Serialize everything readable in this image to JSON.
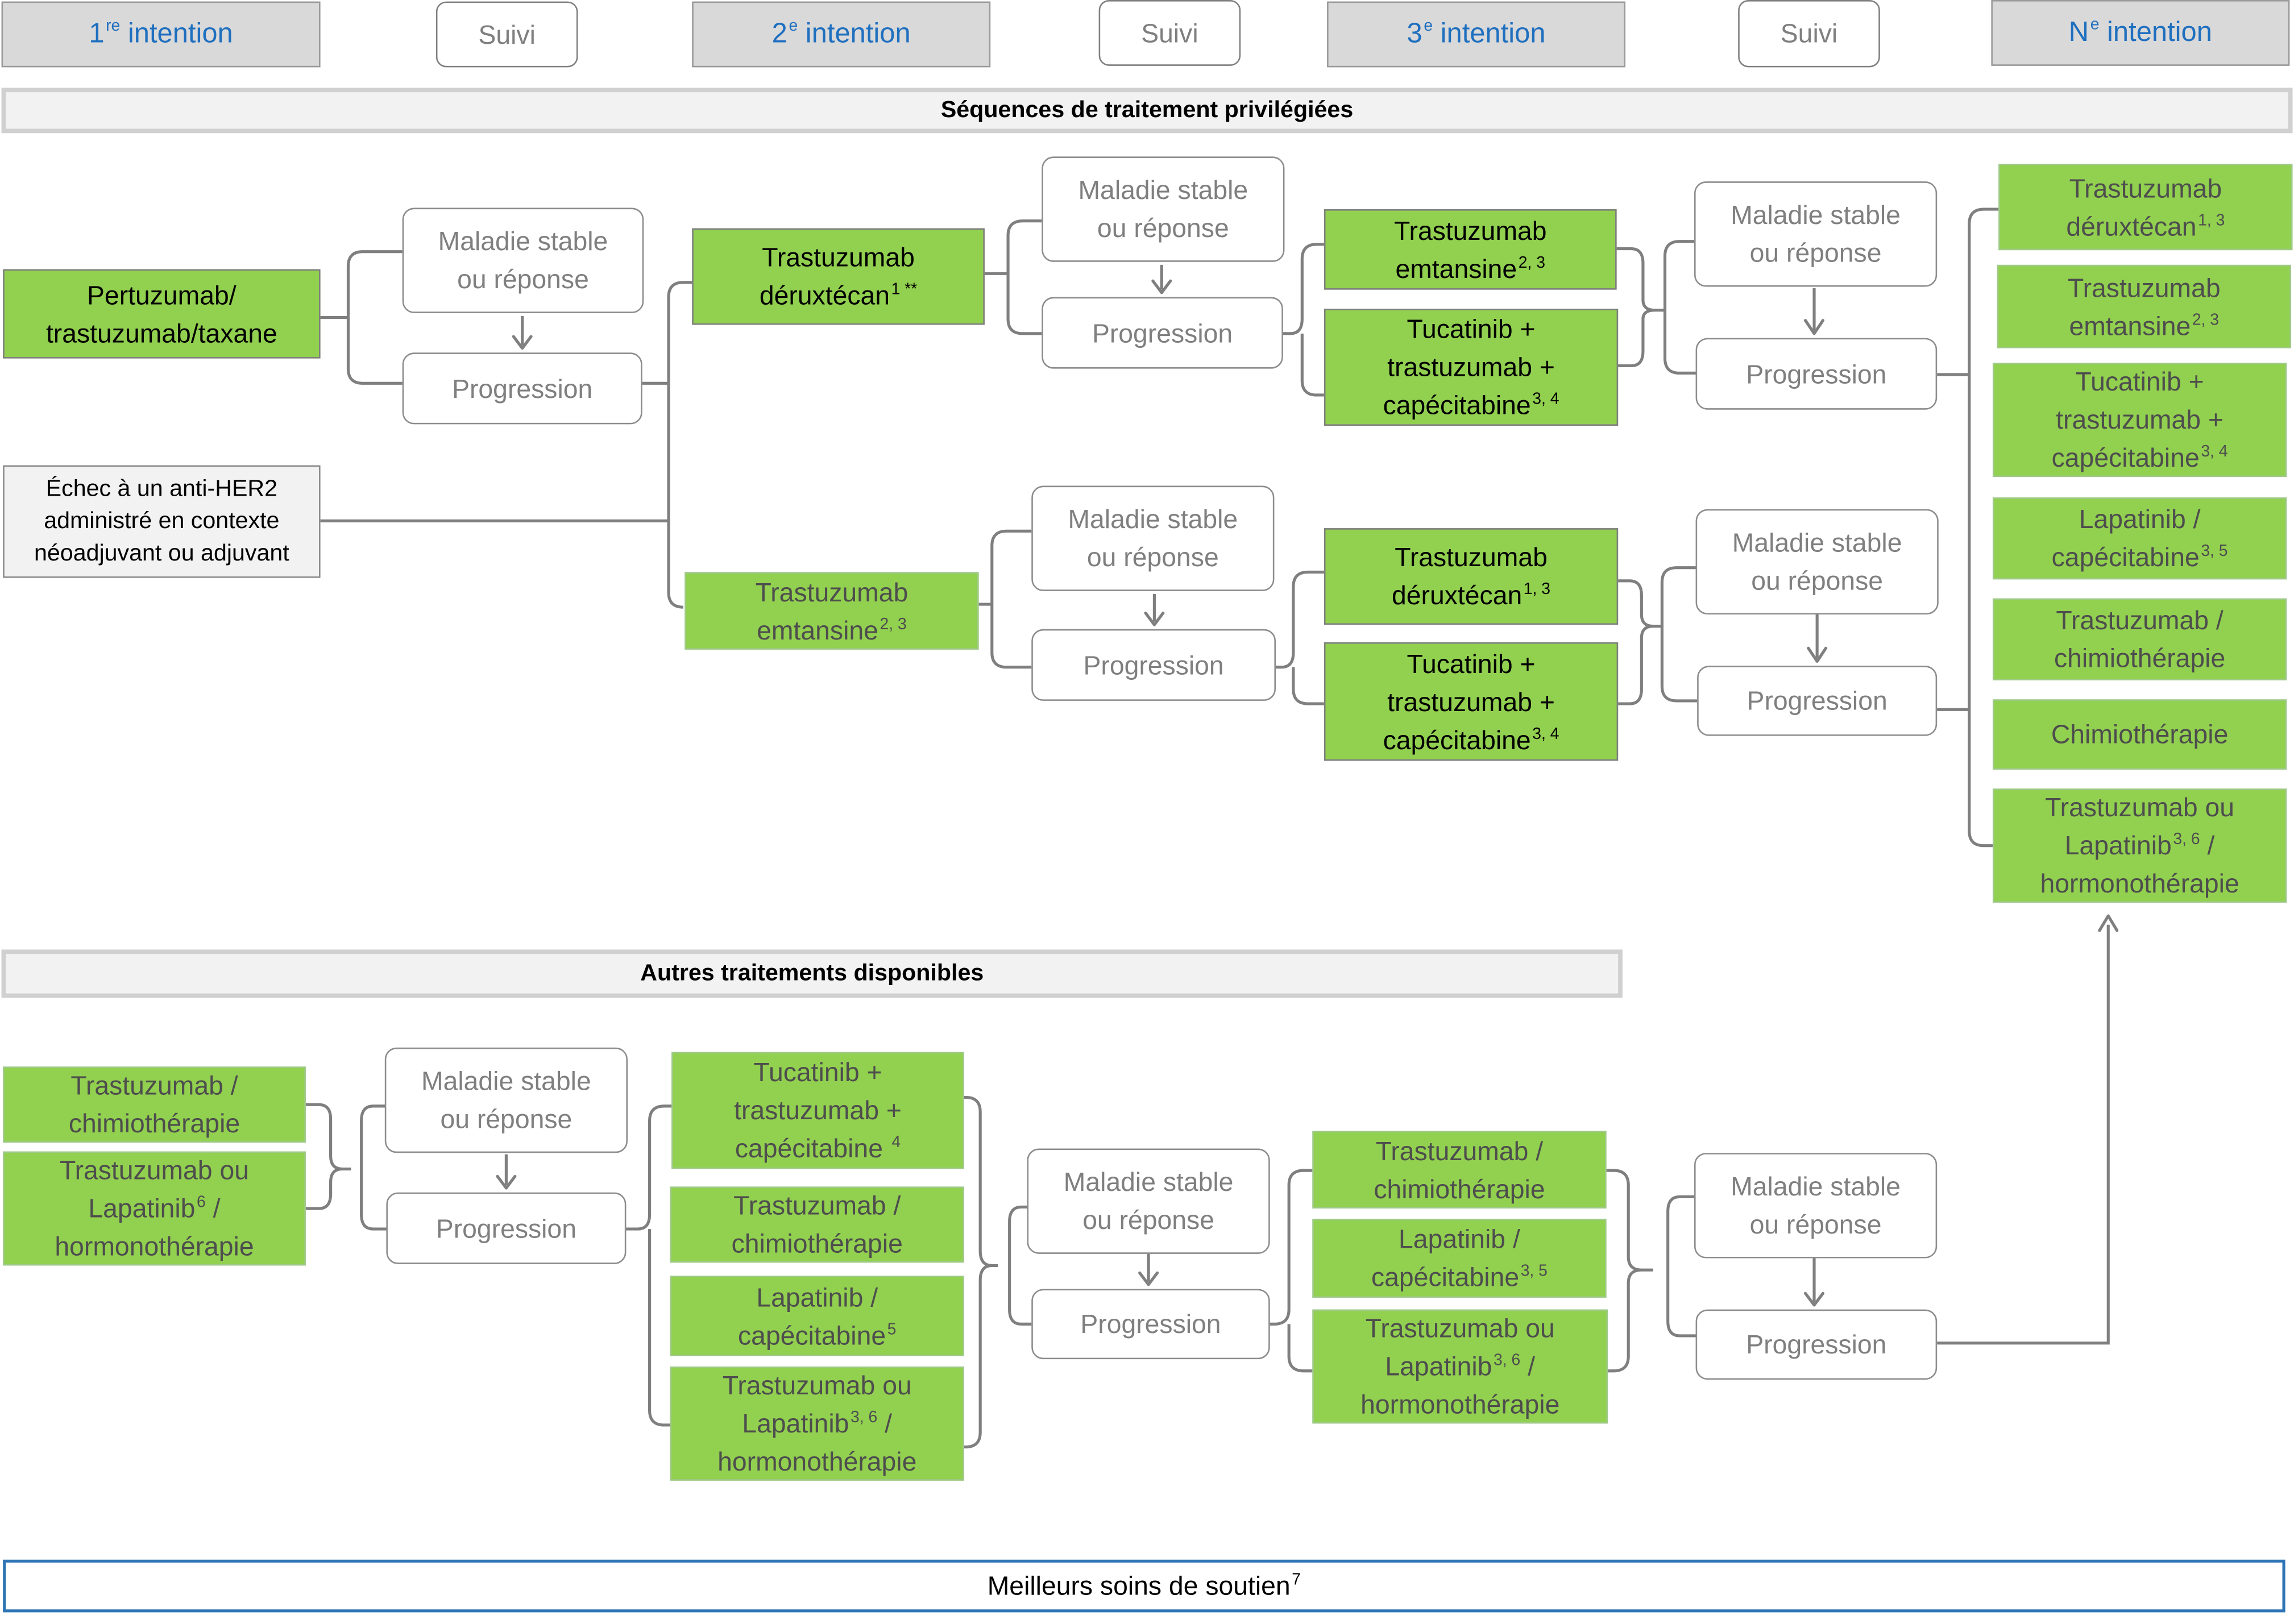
{
  "headers": {
    "first": {
      "main": "1",
      "sup": "re",
      "rest": " intention"
    },
    "suivi_1": "Suivi",
    "second": {
      "main": "2",
      "sup": "e",
      "rest": " intention"
    },
    "suivi_2": "Suivi",
    "third": {
      "main": "3",
      "sup": "e",
      "rest": " intention"
    },
    "suivi_3": "Suivi",
    "nth": {
      "main": "N",
      "sup": "e",
      "rest": " intention"
    }
  },
  "sections": {
    "preferred": "Séquences de traitement privilégiées",
    "others": "Autres traitements disponibles"
  },
  "states": {
    "stable": [
      "Maladie stable",
      "ou réponse"
    ],
    "progression": "Progression"
  },
  "preferred": {
    "start_pertuzumab": [
      "Pertuzumab/",
      "trastuzumab/taxane"
    ],
    "start_failure": [
      "Échec à un anti-HER2",
      "administré en contexte",
      "néoadjuvant ou adjuvant"
    ],
    "second_tdxd": {
      "lines": [
        "Trastuzumab",
        "déruxtécan"
      ],
      "sup": "1 **"
    },
    "second_tdm1": {
      "lines": [
        "Trastuzumab",
        "emtansine"
      ],
      "sup": "2, 3"
    },
    "third_a_tdm1": {
      "lines": [
        "Trastuzumab",
        "emtansine"
      ],
      "sup": "2, 3"
    },
    "third_a_tucatinib": {
      "lines": [
        "Tucatinib +",
        "trastuzumab +",
        "capécitabine"
      ],
      "sup": "3, 4"
    },
    "third_b_tdxd": {
      "lines": [
        "Trastuzumab",
        "déruxtécan"
      ],
      "sup": "1, 3"
    },
    "third_b_tucatinib": {
      "lines": [
        "Tucatinib +",
        "trastuzumab +",
        "capécitabine"
      ],
      "sup": "3, 4"
    }
  },
  "nth_line": {
    "tdxd": {
      "lines": [
        "Trastuzumab",
        "déruxtécan"
      ],
      "sup": "1, 3"
    },
    "tdm1": {
      "lines": [
        "Trastuzumab",
        "emtansine"
      ],
      "sup": "2, 3"
    },
    "tucatinib": {
      "lines": [
        "Tucatinib +",
        "trastuzumab +",
        "capécitabine"
      ],
      "sup": "3, 4"
    },
    "lapatinib_cape": {
      "lines": [
        "Lapatinib /",
        "capécitabine"
      ],
      "sup": "3, 5"
    },
    "trastuzumab_chimio": {
      "lines": [
        "Trastuzumab /",
        "chimiothérapie"
      ],
      "sup": ""
    },
    "chimio": {
      "lines": [
        "Chimiothérapie"
      ],
      "sup": ""
    },
    "hormono": {
      "lines": [
        "Trastuzumab ou",
        "Lapatinib",
        "/",
        "hormonothérapie"
      ],
      "sup": "3, 6"
    }
  },
  "others": {
    "first_trastuzumab_chimio": {
      "lines": [
        "Trastuzumab /",
        "chimiothérapie"
      ],
      "sup": ""
    },
    "first_hormono": {
      "lines": [
        "Trastuzumab ou",
        "Lapatinib",
        " /",
        "hormonothérapie"
      ],
      "sup": "6"
    },
    "second_tucatinib": {
      "lines": [
        "Tucatinib +",
        "trastuzumab +",
        "capécitabine "
      ],
      "sup": "4"
    },
    "second_trastuzumab_chimio": {
      "lines": [
        "Trastuzumab /",
        "chimiothérapie"
      ],
      "sup": ""
    },
    "second_lapatinib": {
      "lines": [
        "Lapatinib /",
        "capécitabine"
      ],
      "sup": "5"
    },
    "second_hormono": {
      "lines": [
        "Trastuzumab ou",
        "Lapatinib",
        " /",
        "hormonothérapie"
      ],
      "sup": "3, 6"
    },
    "third_trastuzumab_chimio": {
      "lines": [
        "Trastuzumab /",
        "chimiothérapie"
      ],
      "sup": ""
    },
    "third_lapatinib": {
      "lines": [
        "Lapatinib /",
        "capécitabine"
      ],
      "sup": "3, 5"
    },
    "third_hormono": {
      "lines": [
        "Trastuzumab ou",
        "Lapatinib",
        " /",
        "hormonothérapie"
      ],
      "sup": "3, 6"
    }
  },
  "footer": {
    "text": "Meilleurs soins de soutien",
    "sup": "7"
  },
  "colors": {
    "preferred_fill": "#92d050",
    "header_text": "#1f6fbf",
    "connector": "#7f7f7f",
    "footer_border": "#2e75b6"
  }
}
